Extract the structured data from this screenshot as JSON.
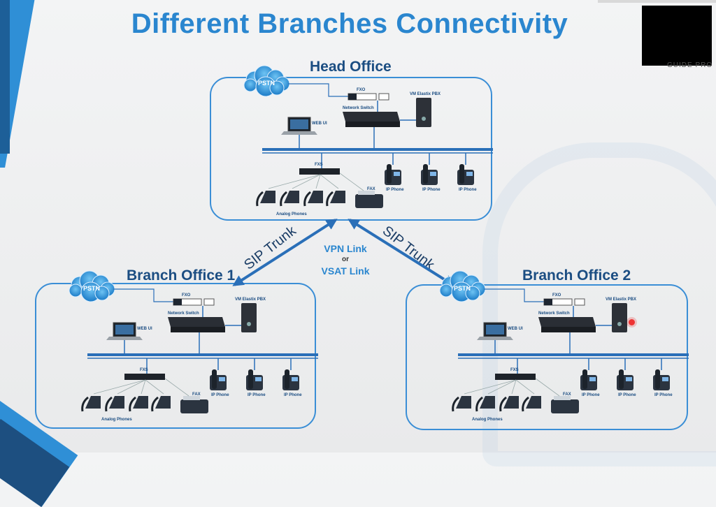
{
  "title": "Different Branches Connectivity",
  "video_overlay_text": "GUIDE PRO",
  "center_link": {
    "line1": "VPN Link",
    "line2": "or",
    "line3": "VSAT Link"
  },
  "trunk_left": "SIP Trunk",
  "trunk_right": "SIP Trunk",
  "offices": [
    {
      "label": "Head Office"
    },
    {
      "label": "Branch Office 1"
    },
    {
      "label": "Branch Office 2"
    }
  ],
  "device_labels": {
    "pstn": "PSTN",
    "fxo": "FXO",
    "fxs": "FXS",
    "pbx": "VM Elastix PBX",
    "switch": "Network Switch",
    "web_ui": "WEB UI",
    "ip_phone": "IP Phone",
    "analog": "Analog Phones",
    "fax": "FAX"
  },
  "colors": {
    "title": "#2a86cf",
    "office_label": "#1b4d82",
    "box_border": "#3a8ed6",
    "accent": "#2f8fd6"
  }
}
